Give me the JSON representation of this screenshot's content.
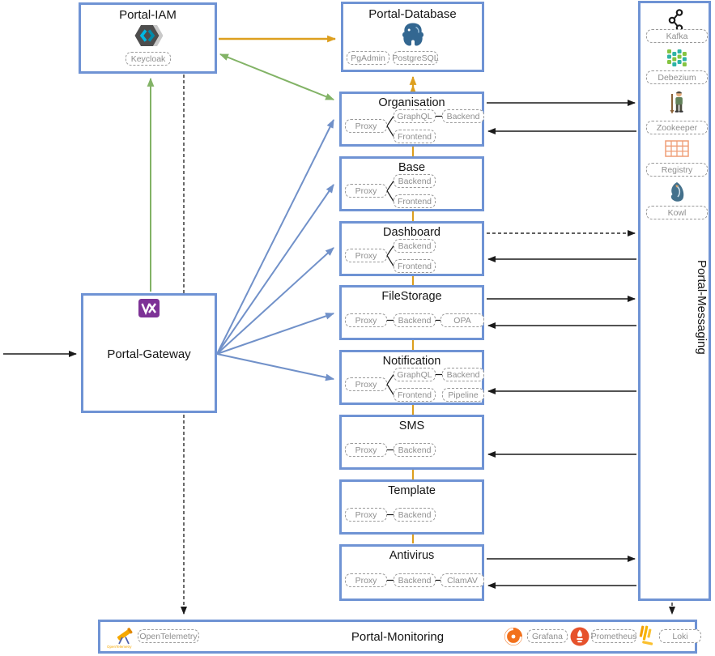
{
  "colors": {
    "box_border": "#6f93d4",
    "chip_border": "#9a9a9a",
    "chip_text": "#8f8f8f",
    "arrow_black": "#1a1a1a",
    "arrow_green": "#82b366",
    "arrow_orange": "#dd9f1f",
    "arrow_blue": "#7191c9"
  },
  "iam": {
    "title": "Portal-IAM",
    "icon": "keycloak-icon",
    "chip": "Keycloak"
  },
  "database": {
    "title": "Portal-Database",
    "icon": "postgresql-icon",
    "chips": [
      "PgAdmin",
      "PostgreSQL"
    ]
  },
  "gateway": {
    "title": "Portal-Gateway",
    "icon": "vertx-icon"
  },
  "services": [
    {
      "title": "Organisation",
      "proxy": "Proxy",
      "graphql": "GraphQL",
      "frontend": "Frontend",
      "backend": "Backend"
    },
    {
      "title": "Base",
      "proxy": "Proxy",
      "backend": "Backend",
      "frontend": "Frontend"
    },
    {
      "title": "Dashboard",
      "proxy": "Proxy",
      "backend": "Backend",
      "frontend": "Frontend"
    },
    {
      "title": "FileStorage",
      "proxy": "Proxy",
      "backend": "Backend",
      "opa": "OPA"
    },
    {
      "title": "Notification",
      "proxy": "Proxy",
      "graphql": "GraphQL",
      "frontend": "Frontend",
      "backend": "Backend",
      "pipeline": "Pipeline"
    },
    {
      "title": "SMS",
      "proxy": "Proxy",
      "backend": "Backend"
    },
    {
      "title": "Template",
      "proxy": "Proxy",
      "backend": "Backend"
    },
    {
      "title": "Antivirus",
      "proxy": "Proxy",
      "backend": "Backend",
      "clamav": "ClamAV"
    }
  ],
  "messaging": {
    "title": "Portal-Messaging",
    "items": [
      {
        "icon": "kafka-icon",
        "label": "Kafka"
      },
      {
        "icon": "debezium-icon",
        "label": "Debezium"
      },
      {
        "icon": "zookeeper-icon",
        "label": "Zookeeper"
      },
      {
        "icon": "registry-icon",
        "label": "Registry"
      },
      {
        "icon": "kowl-icon",
        "label": "Kowl"
      }
    ]
  },
  "monitoring": {
    "title": "Portal-Monitoring",
    "left": {
      "icon": "opentelemetry-icon",
      "label": "OpenTelemetry"
    },
    "right": [
      {
        "icon": "grafana-icon",
        "label": "Grafana"
      },
      {
        "icon": "prometheus-icon",
        "label": "Prometheus"
      },
      {
        "icon": "loki-icon",
        "label": "Loki"
      }
    ]
  }
}
